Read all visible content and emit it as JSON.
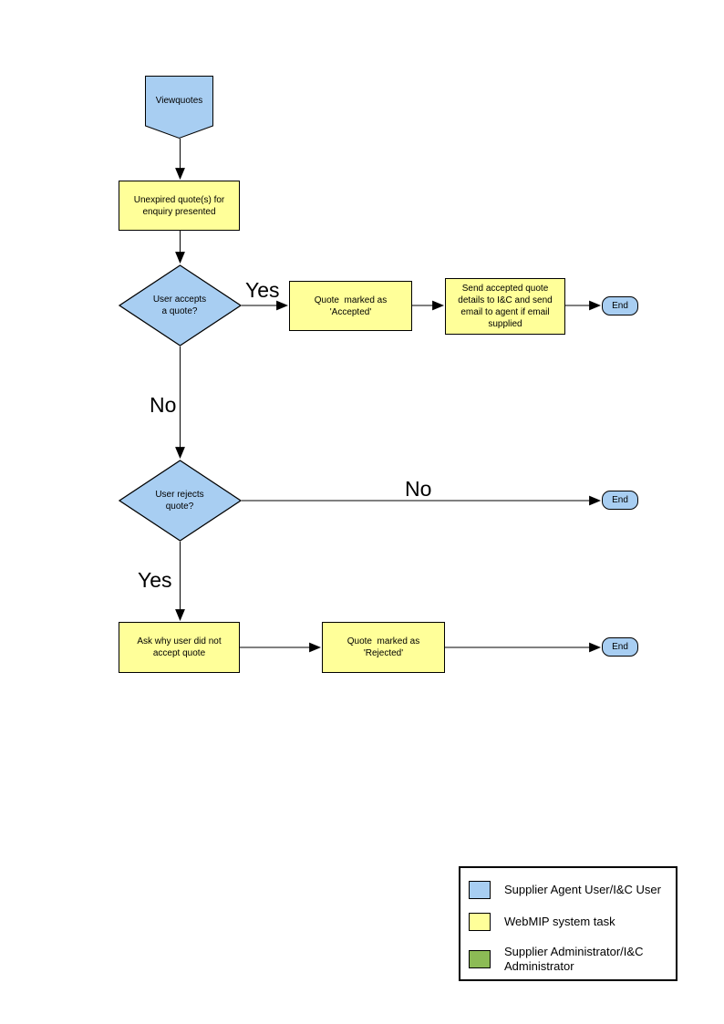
{
  "colors": {
    "actor_blue": "#A8CEF2",
    "task_yellow": "#FFFF99",
    "admin_green": "#8CBB55",
    "line": "#000000"
  },
  "nodes": {
    "viewquotes": "Viewquotes",
    "unexpired": "Unexpired quote(s) for enquiry presented",
    "accepts": "User accepts a quote?",
    "accepted": "Quote  marked as 'Accepted'",
    "send_details": "Send accepted quote details to I&C and send email to agent if email supplied",
    "end1": "End",
    "rejects": "User rejects quote?",
    "end2": "End",
    "ask_why": "Ask why user did not accept quote",
    "rejected": "Quote  marked as 'Rejected'",
    "end3": "End"
  },
  "edge_labels": {
    "accepts_yes": "Yes",
    "accepts_no": "No",
    "rejects_no": "No",
    "rejects_yes": "Yes"
  },
  "legend": {
    "items": [
      {
        "label": "Supplier Agent User/I&C User",
        "color": "#A8CEF2"
      },
      {
        "label": "WebMIP system task",
        "color": "#FFFF99"
      },
      {
        "label": "Supplier Administrator/I&C Administrator",
        "color": "#8CBB55"
      }
    ]
  }
}
